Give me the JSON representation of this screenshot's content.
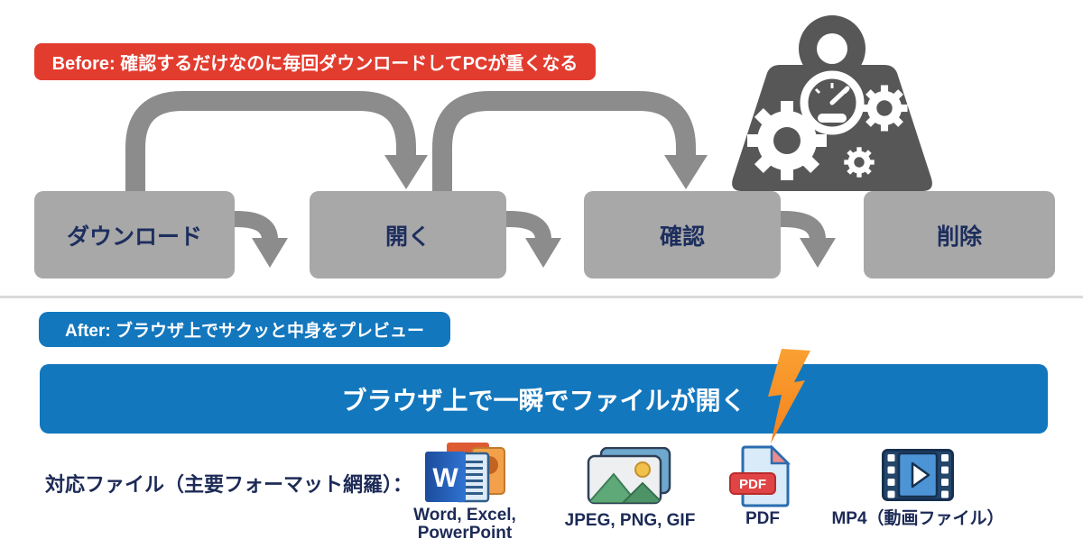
{
  "before": {
    "banner": "Before: 確認するだけなのに毎回ダウンロードしてPCが重くなる",
    "steps": [
      {
        "label": "ダウンロード"
      },
      {
        "label": "開く"
      },
      {
        "label": "確認"
      },
      {
        "label": "削除"
      }
    ]
  },
  "after": {
    "banner": "After: ブラウザ上でサクッと中身をプレビュー",
    "highlight": "ブラウザ上で一瞬でファイルが開く"
  },
  "formats": {
    "label": "対応ファイル（主要フォーマット網羅）：",
    "items": [
      {
        "icon": "office-documents-icon",
        "monogram": "W",
        "caption_line1": "Word, Excel,",
        "caption_line2": "PowerPoint"
      },
      {
        "icon": "image-file-icon",
        "caption": "JPEG, PNG, GIF"
      },
      {
        "icon": "pdf-file-icon",
        "badge": "PDF",
        "caption": "PDF"
      },
      {
        "icon": "video-file-icon",
        "caption": "MP4（動画ファイル）"
      }
    ]
  },
  "colors": {
    "before_accent": "#E23C2F",
    "after_accent": "#1377BD",
    "step_box": "#A8A8A8",
    "arrow": "#8C8C8C",
    "weight": "#575757",
    "text_navy": "#1C2A56",
    "bolt_orange": "#F78E1E",
    "divider": "#DADADA"
  }
}
